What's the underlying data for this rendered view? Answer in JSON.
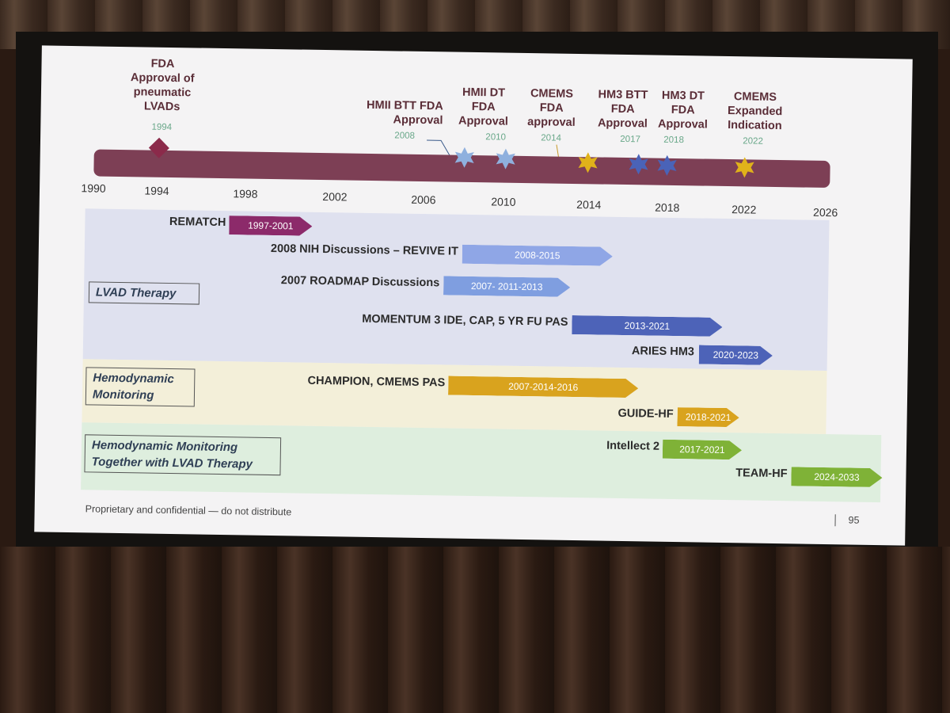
{
  "milestones": [
    {
      "label": "FDA\nApproval of\npneumatic\nLVADs",
      "year": "1994"
    },
    {
      "label": "HMII BTT FDA\nApproval",
      "year": "2008"
    },
    {
      "label": "HMII DT\nFDA\nApproval",
      "year": "2010"
    },
    {
      "label": "CMEMS\nFDA\napproval",
      "year": "2014"
    },
    {
      "label": "HM3 BTT\nFDA\nApproval",
      "year": "2017"
    },
    {
      "label": "HM3 DT\nFDA\nApproval",
      "year": "2018"
    },
    {
      "label": "CMEMS\nExpanded\nIndication",
      "year": "2022"
    }
  ],
  "axis_years": [
    "1990",
    "1994",
    "1998",
    "2002",
    "2006",
    "2010",
    "2014",
    "2018",
    "2022",
    "2026"
  ],
  "categories": {
    "lvad": "LVAD Therapy",
    "hemo": "Hemodynamic\nMonitoring",
    "combo": "Hemodynamic Monitoring\nTogether with LVAD Therapy"
  },
  "programs": [
    {
      "label": "REMATCH",
      "period": "1997-2001"
    },
    {
      "label": "2008 NIH Discussions – REVIVE IT",
      "period": "2008-2015"
    },
    {
      "label": "2007 ROADMAP Discussions",
      "period": "2007- 2011-2013"
    },
    {
      "label": "MOMENTUM 3 IDE, CAP, 5 YR FU PAS",
      "period": "2013-2021"
    },
    {
      "label": "ARIES HM3",
      "period": "2020-2023"
    },
    {
      "label": "CHAMPION, CMEMS PAS",
      "period": "2007-2014-2016"
    },
    {
      "label": "GUIDE-HF",
      "period": "2018-2021"
    },
    {
      "label": "Intellect 2",
      "period": "2017-2021"
    },
    {
      "label": "TEAM-HF",
      "period": "2024-2033"
    }
  ],
  "footer": {
    "text": "Proprietary and confidential — do not distribute",
    "page": "95"
  },
  "colors": {
    "timeline": "#7d3f55",
    "diamond": "#8b2a4a",
    "star_light_blue": "#8fb0de",
    "star_blue": "#4a63b8",
    "star_gold": "#e0b21a",
    "purple": "#8c2a6a",
    "light_blue": "#7f9ee0",
    "periwinkle": "#8fa6e6",
    "blue": "#4d63b8",
    "gold": "#d9a31e",
    "green": "#7fb237"
  }
}
